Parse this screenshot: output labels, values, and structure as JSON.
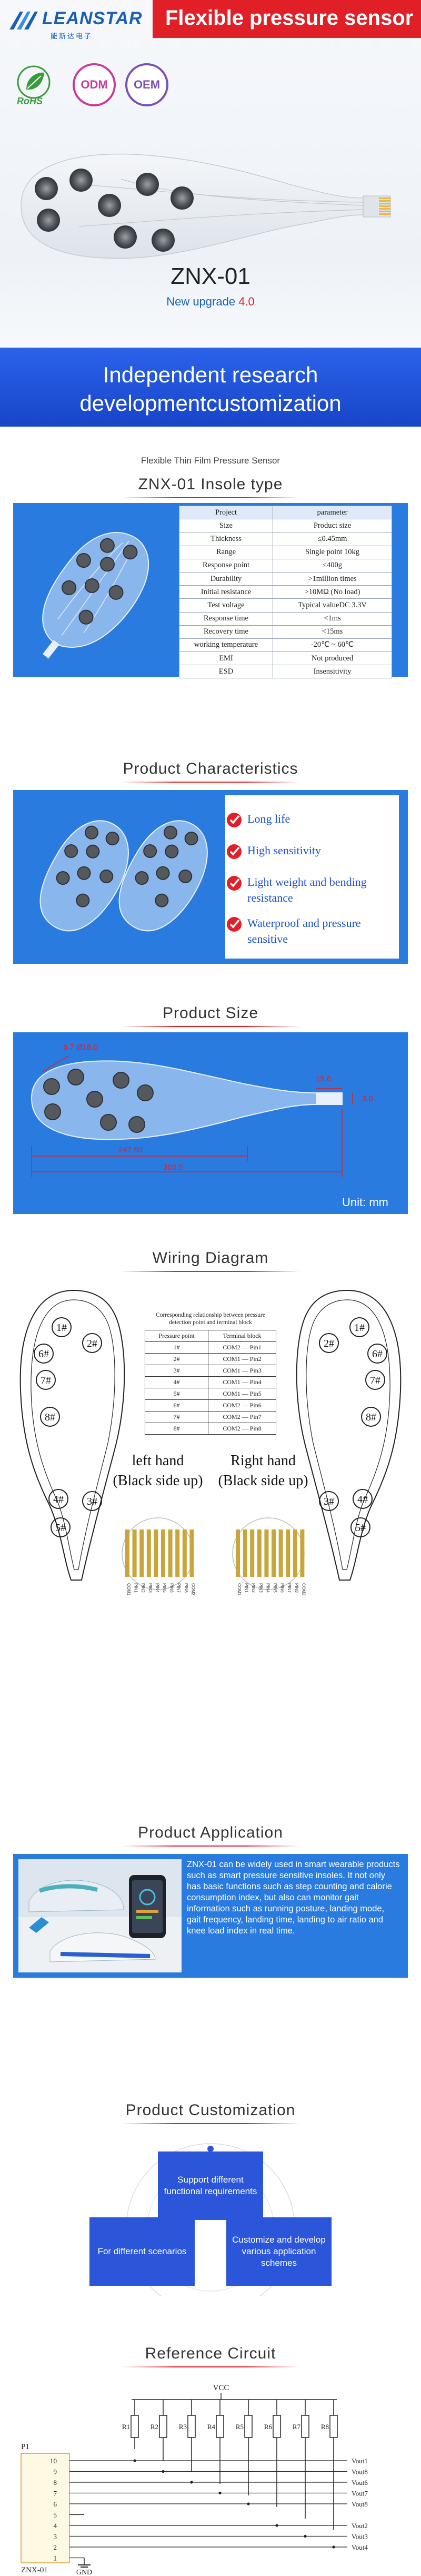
{
  "brand": {
    "name": "LEANSTAR",
    "sub": "能斯达电子",
    "color": "#1a5fb4"
  },
  "hero": {
    "title": "Flexible pressure sensor",
    "badges": [
      "ODM",
      "OEM"
    ],
    "rohs": "RoHS",
    "product": "ZNX-01",
    "upgrade_prefix": "New upgrade",
    "upgrade_version": "4.0",
    "band_line1": "Independent research",
    "band_line2": "developmentcustomization"
  },
  "insole": {
    "caption": "Flexible Thin Film Pressure Sensor",
    "title": "ZNX-01 Insole type",
    "table_head": [
      "Project",
      "parameter"
    ],
    "rows": [
      [
        "Size",
        "Product size"
      ],
      [
        "Thickness",
        "≤0.45mm"
      ],
      [
        "Range",
        "Single point 10kg"
      ],
      [
        "Response point",
        "≤400g"
      ],
      [
        "Durability",
        ">1million times"
      ],
      [
        "Initial resistance",
        ">10MΩ (No load)"
      ],
      [
        "Test voltage",
        "Typical valueDC 3.3V"
      ],
      [
        "Response time",
        "<1ms"
      ],
      [
        "Recovery time",
        "<15ms"
      ],
      [
        "working temperature",
        "-20℃ ~ 60℃"
      ],
      [
        "EMI",
        "Not produced"
      ],
      [
        "ESD",
        "Insensitivity"
      ]
    ]
  },
  "characteristics": {
    "title": "Product Characteristics",
    "features": [
      "Long life",
      "High sensitivity",
      "Light weight and bending resistance",
      "Waterproof and pressure sensitive"
    ]
  },
  "size": {
    "title": "Product Size",
    "dims": [
      "6.7 Ø18.0",
      "15.6",
      "3.0",
      "247.50",
      "303.5"
    ],
    "unit": "Unit:  mm"
  },
  "wiring": {
    "title": "Wiring Diagram",
    "caption": "Corresponding relationship between pressure detection point and terminal block",
    "head": [
      "Pressure point",
      "Terminal block"
    ],
    "rows": [
      [
        "1#",
        "COM2 — Pin1"
      ],
      [
        "2#",
        "COM1 — Pin2"
      ],
      [
        "3#",
        "COM1 — Pin3"
      ],
      [
        "4#",
        "COM1 — Pin4"
      ],
      [
        "5#",
        "COM1 — Pin5"
      ],
      [
        "6#",
        "COM2 — Pin6"
      ],
      [
        "7#",
        "COM2 — Pin7"
      ],
      [
        "8#",
        "COM2 — Pin8"
      ]
    ],
    "left_hand": [
      "left hand",
      "(Black side up)"
    ],
    "right_hand": [
      "Right hand",
      "(Black side up)"
    ],
    "points": [
      "1#",
      "2#",
      "3#",
      "4#",
      "5#",
      "6#",
      "7#",
      "8#"
    ],
    "pins": [
      "COM1",
      "PIN1",
      "PIN2",
      "PIN3",
      "PIN4",
      "PIN5",
      "PIN6",
      "PIN7",
      "PIN8",
      "COM2"
    ]
  },
  "application": {
    "title": "Product Application",
    "text": "ZNX-01 can be widely used in smart wearable products such as smart pressure sensitive insoles. It not only has basic functions such as step counting and calorie consumption index, but also can monitor gait information such as running posture, landing mode, gait frequency, landing time, landing to air ratio and knee load index in real time."
  },
  "customization": {
    "title": "Product Customization",
    "top": "Support different functional requirements",
    "left": "For different scenarios",
    "right": "Customize and develop various application schemes"
  },
  "circuit": {
    "title": "Reference Circuit",
    "vcc": "VCC",
    "gnd": "GND",
    "connector": "P1",
    "part": "ZNX-01",
    "resistors": [
      "R1",
      "R2",
      "R3",
      "R4",
      "R5",
      "R6",
      "R7",
      "R8"
    ],
    "pin_numbers": [
      "10",
      "9",
      "8",
      "7",
      "6",
      "5",
      "4",
      "3",
      "2",
      "1"
    ],
    "outputs": [
      "Vout1",
      "Vout8",
      "Vout6",
      "Vout7",
      "Vout8",
      "Vout2",
      "Vout3",
      "Vout4"
    ]
  }
}
